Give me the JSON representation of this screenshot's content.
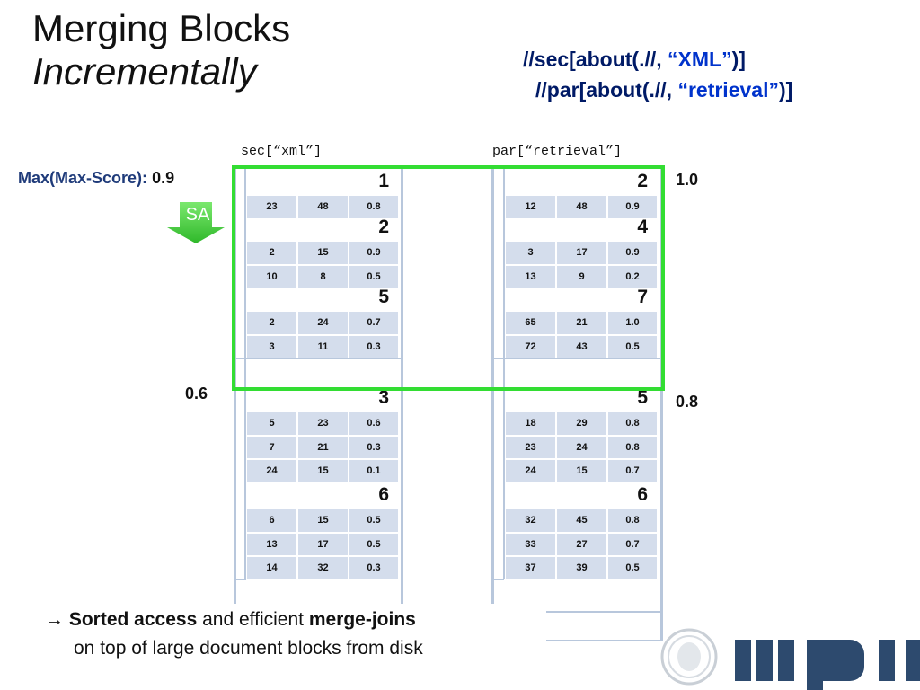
{
  "title": {
    "line1": "Merging Blocks",
    "line2": "Incrementally"
  },
  "query": {
    "line1_pre": "//sec[about(.//, ",
    "line1_lit": "“XML”",
    "line1_post": ")]",
    "line2_pre": "//par[about(.//, ",
    "line2_lit": "“retrieval”",
    "line2_post": ")]"
  },
  "lists": {
    "left_header": "sec[“xml”]",
    "right_header": "par[“retrieval”]"
  },
  "max_score": {
    "label": "Max(Max-Score):",
    "value": "0.9"
  },
  "sa_label": "SA",
  "thresholds": {
    "left_top": "0.9",
    "left_bottom": "0.6",
    "right_top": "1.0",
    "right_bottom": "0.8"
  },
  "left_blocks": [
    {
      "num": "1",
      "rows": [
        [
          "23",
          "48",
          "0.8"
        ]
      ]
    },
    {
      "num": "2",
      "rows": [
        [
          "2",
          "15",
          "0.9"
        ],
        [
          "10",
          "8",
          "0.5"
        ]
      ]
    },
    {
      "num": "5",
      "rows": [
        [
          "2",
          "24",
          "0.7"
        ],
        [
          "3",
          "11",
          "0.3"
        ]
      ]
    },
    {
      "num": "3",
      "rows": [
        [
          "5",
          "23",
          "0.6"
        ],
        [
          "7",
          "21",
          "0.3"
        ],
        [
          "24",
          "15",
          "0.1"
        ]
      ]
    },
    {
      "num": "6",
      "rows": [
        [
          "6",
          "15",
          "0.5"
        ],
        [
          "13",
          "17",
          "0.5"
        ],
        [
          "14",
          "32",
          "0.3"
        ]
      ]
    }
  ],
  "right_blocks": [
    {
      "num": "2",
      "rows": [
        [
          "12",
          "48",
          "0.9"
        ]
      ]
    },
    {
      "num": "4",
      "rows": [
        [
          "3",
          "17",
          "0.9"
        ],
        [
          "13",
          "9",
          "0.2"
        ]
      ]
    },
    {
      "num": "7",
      "rows": [
        [
          "65",
          "21",
          "1.0"
        ],
        [
          "72",
          "43",
          "0.5"
        ]
      ]
    },
    {
      "num": "5",
      "rows": [
        [
          "18",
          "29",
          "0.8"
        ],
        [
          "23",
          "24",
          "0.8"
        ],
        [
          "24",
          "15",
          "0.7"
        ]
      ]
    },
    {
      "num": "6",
      "rows": [
        [
          "32",
          "45",
          "0.8"
        ],
        [
          "33",
          "27",
          "0.7"
        ],
        [
          "37",
          "39",
          "0.5"
        ]
      ]
    }
  ],
  "caption": {
    "arrow": "→",
    "bold1": "Sorted access",
    "mid": " and efficient ",
    "bold2": "merge-joins",
    "line2": "on top of large document blocks from disk"
  },
  "colors": {
    "highlight": "#33dd33",
    "cell_bg": "#d4ddec",
    "query_text": "#001a66",
    "label_blue": "#1f3b7a"
  }
}
